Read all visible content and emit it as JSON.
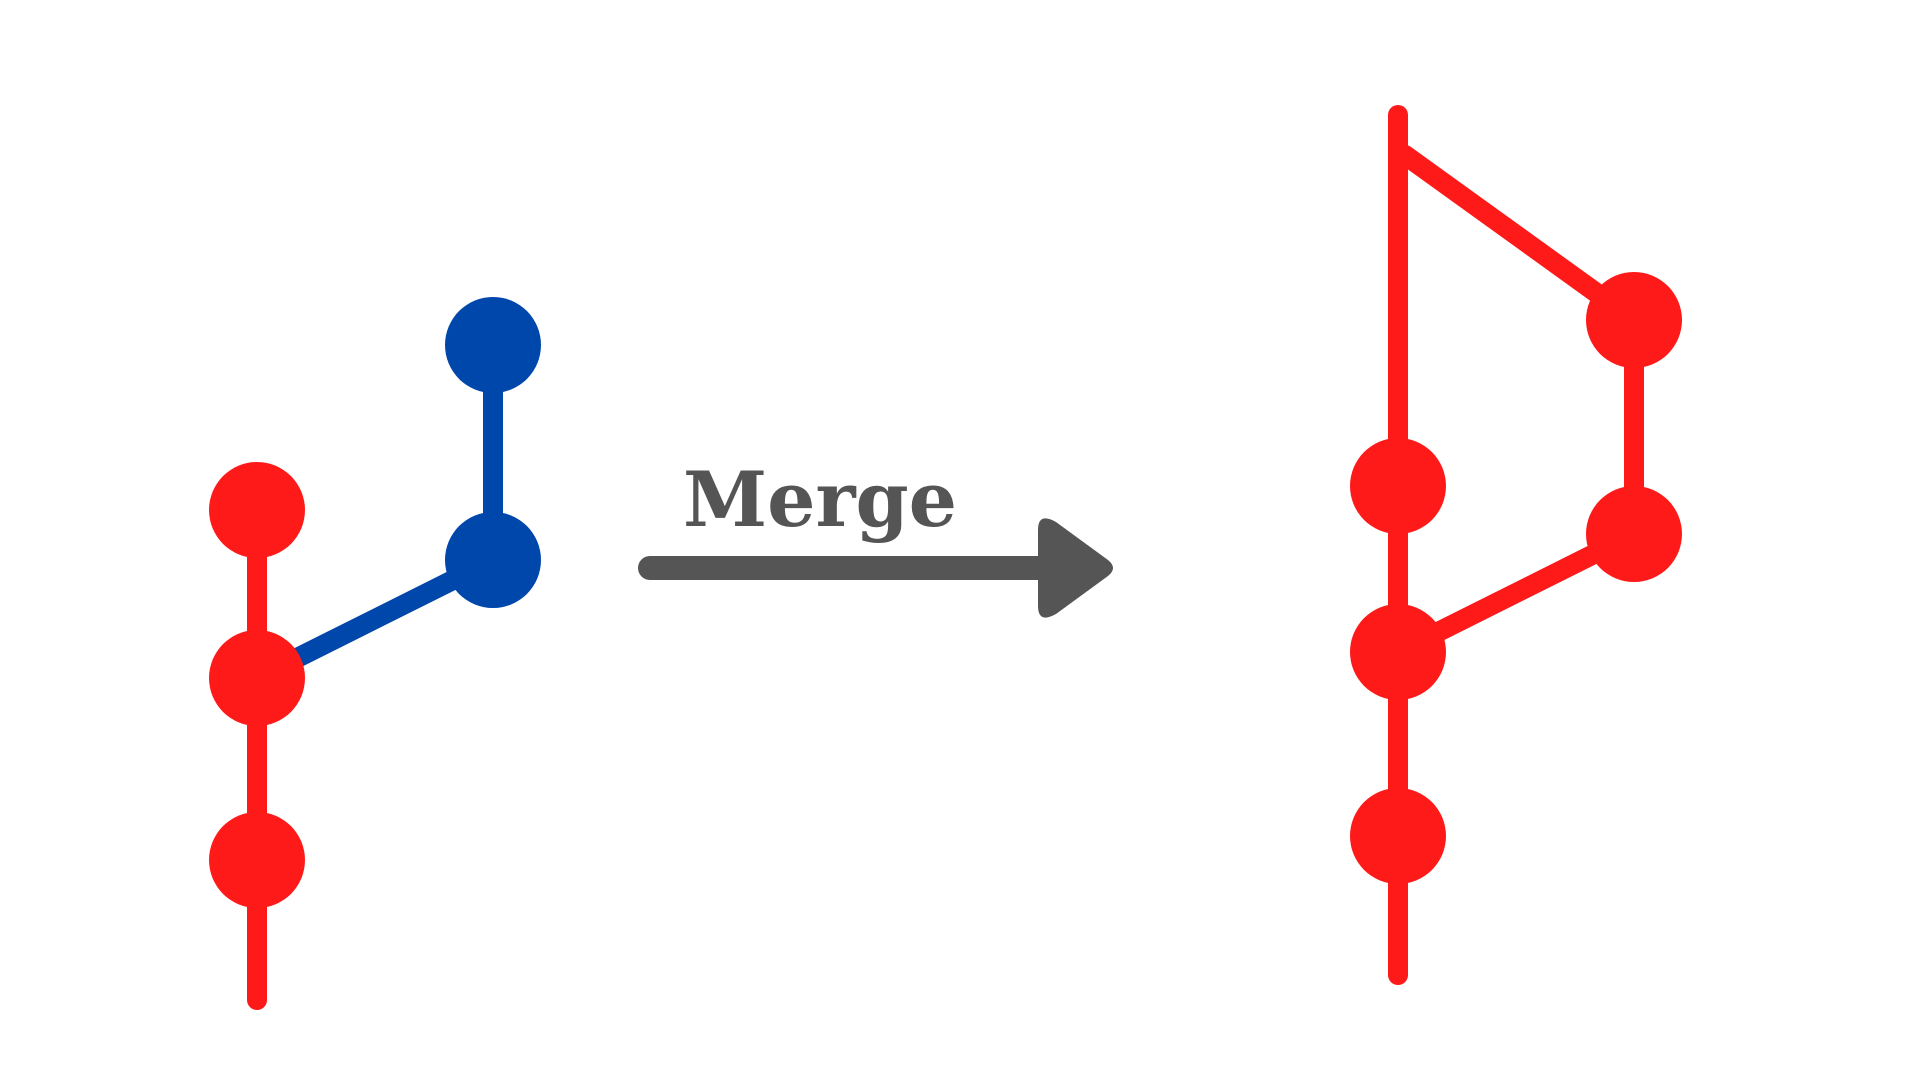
{
  "colors": {
    "background": "#ffffff",
    "red": "#ff1a1a",
    "blue": "#0047ab",
    "arrow": "#555555"
  },
  "arrow": {
    "label": "Merge",
    "icon": "right-arrow-icon"
  },
  "before": {
    "description_nodes": [
      "red",
      "red",
      "red",
      "blue",
      "blue"
    ]
  },
  "after": {
    "description_nodes": [
      "red",
      "red",
      "red",
      "red",
      "red"
    ]
  }
}
